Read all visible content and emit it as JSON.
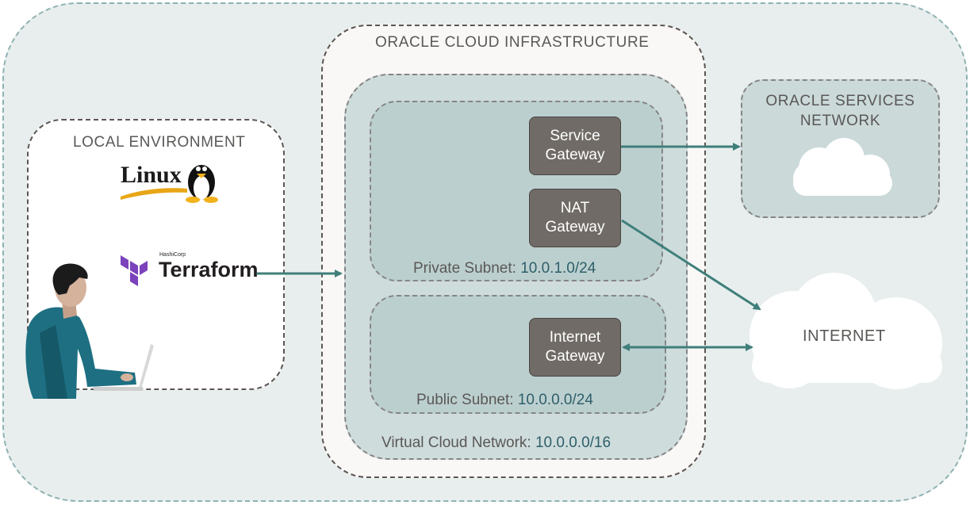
{
  "diagram": {
    "local_environment": {
      "title": "LOCAL ENVIRONMENT",
      "linux_logo_text": "Linux",
      "terraform_vendor": "HashiCorp",
      "terraform_name": "Terraform"
    },
    "oci": {
      "title": "ORACLE CLOUD INFRASTRUCTURE",
      "vcn": {
        "label": "Virtual Cloud Network:",
        "cidr": "10.0.0.0/16"
      },
      "private_subnet": {
        "label": "Private Subnet:",
        "cidr": "10.0.1.0/24"
      },
      "public_subnet": {
        "label": "Public Subnet:",
        "cidr": "10.0.0.0/24"
      },
      "gateways": {
        "service": {
          "line1": "Service",
          "line2": "Gateway"
        },
        "nat": {
          "line1": "NAT",
          "line2": "Gateway"
        },
        "internet": {
          "line1": "Internet",
          "line2": "Gateway"
        }
      }
    },
    "oracle_services_network": {
      "line1": "ORACLE SERVICES",
      "line2": "NETWORK"
    },
    "internet": {
      "label": "INTERNET"
    },
    "colors": {
      "arrow": "#3f7f7a",
      "gateway_fill": "#706b66",
      "cidr_text": "#2d5f6a"
    }
  }
}
